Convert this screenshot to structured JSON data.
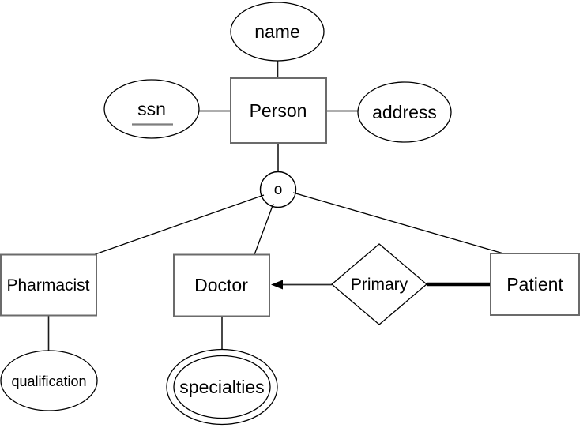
{
  "diagram": {
    "kind": "eer-specialization-diagram",
    "entities": {
      "person": "Person",
      "pharmacist": "Pharmacist",
      "doctor": "Doctor",
      "patient": "Patient"
    },
    "attributes": {
      "name": "name",
      "ssn": "ssn",
      "address": "address",
      "qualification": "qualification",
      "specialties": "specialties"
    },
    "relationships": {
      "primary": "Primary"
    },
    "specialization": {
      "constraint_symbol": "o"
    },
    "colors": {
      "background": "#ffffff",
      "shape_fill": "#ffffff",
      "thin_line": "#000000",
      "gray_line": "#7e7e7e",
      "entity_border": "#6b6b6b",
      "text": "#000000",
      "total_participation_line": "#000000"
    }
  }
}
